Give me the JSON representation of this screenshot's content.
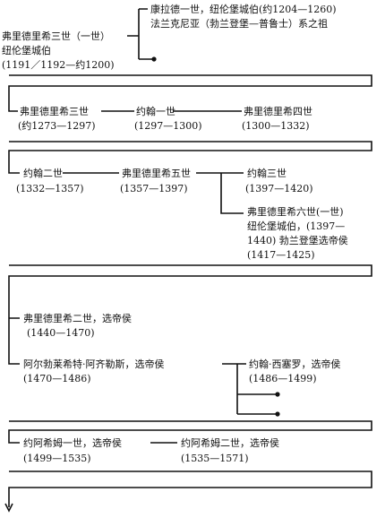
{
  "genealogy": {
    "gen1_name": "弗里德里希三世（一世）",
    "gen1_title": "纽伦堡城伯",
    "gen1_dates": "(1191／1192—约1200)",
    "konrad_line1": "康拉德一世，纽伦堡城伯(约1204—1260)",
    "konrad_line2": "法兰克尼亚（勃兰登堡—普鲁士）系之祖",
    "fr3_name": "弗里德里希三世",
    "fr3_dates": "(约1273—1297)",
    "john1_name": "约翰一世",
    "john1_dates": "(1297—1300)",
    "fr4_name": "弗里德里希四世",
    "fr4_dates": "(1300—1332)",
    "john2_name": "约翰二世",
    "john2_dates": "(1332—1357)",
    "fr5_name": "弗里德里希五世",
    "fr5_dates": "(1357—1397)",
    "john3_name": "约翰三世",
    "john3_dates": "(1397—1420)",
    "fr6_line1": "弗里德里希六世(一世)",
    "fr6_line2": "纽伦堡城伯，(1397—",
    "fr6_line3": "1440) 勃兰登堡选帝侯",
    "fr6_line4": "(1417—1425)",
    "fr2_name": "弗里德里希二世，选帝侯",
    "fr2_dates": "(1440—1470)",
    "albrecht_name": "阿尔勃莱希特·阿齐勒斯，选帝侯",
    "albrecht_dates": "(1470—1486)",
    "johncic_name": "约翰·西塞罗，选帝侯",
    "johncic_dates": "(1486—1499)",
    "joachim1_name": "约阿希姆一世，选帝侯",
    "joachim1_dates": "(1499—1535)",
    "joachim2_name": "约阿希姆二世，选帝侯",
    "joachim2_dates": "(1535—1571)"
  }
}
